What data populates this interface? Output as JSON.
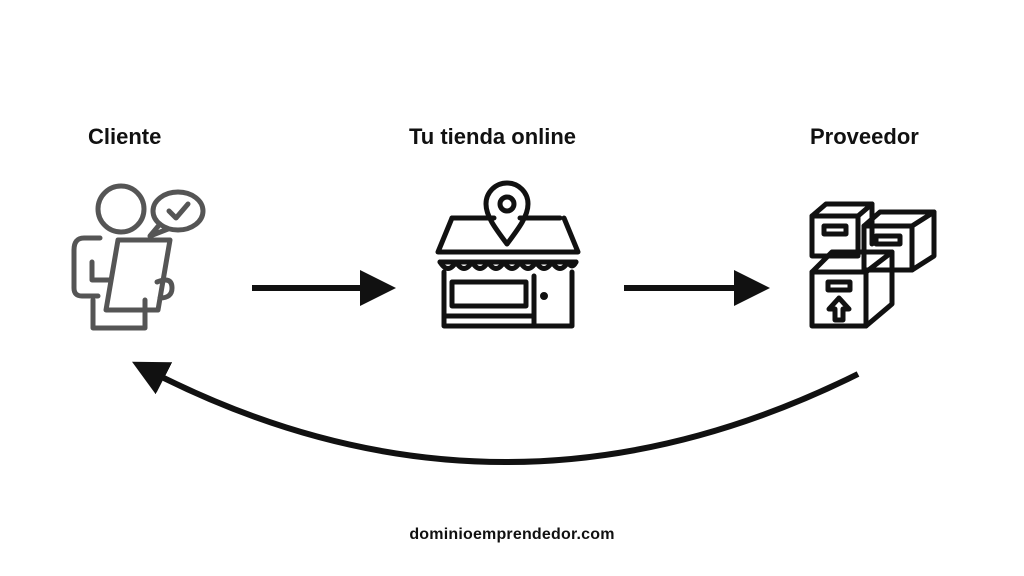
{
  "nodes": {
    "cliente": {
      "label": "Cliente",
      "icon": "customer-checklist-icon"
    },
    "tienda": {
      "label": "Tu tienda online",
      "icon": "online-store-icon"
    },
    "proveedor": {
      "label": "Proveedor",
      "icon": "supplier-boxes-icon"
    }
  },
  "edges": [
    {
      "from": "cliente",
      "to": "tienda",
      "style": "straight-arrow"
    },
    {
      "from": "tienda",
      "to": "proveedor",
      "style": "straight-arrow"
    },
    {
      "from": "proveedor",
      "to": "cliente",
      "style": "curved-arrow"
    }
  ],
  "footer": {
    "text": "dominioemprendedor.com"
  },
  "colors": {
    "ink": "#111111",
    "icon_gray": "#555555",
    "background": "#ffffff"
  }
}
